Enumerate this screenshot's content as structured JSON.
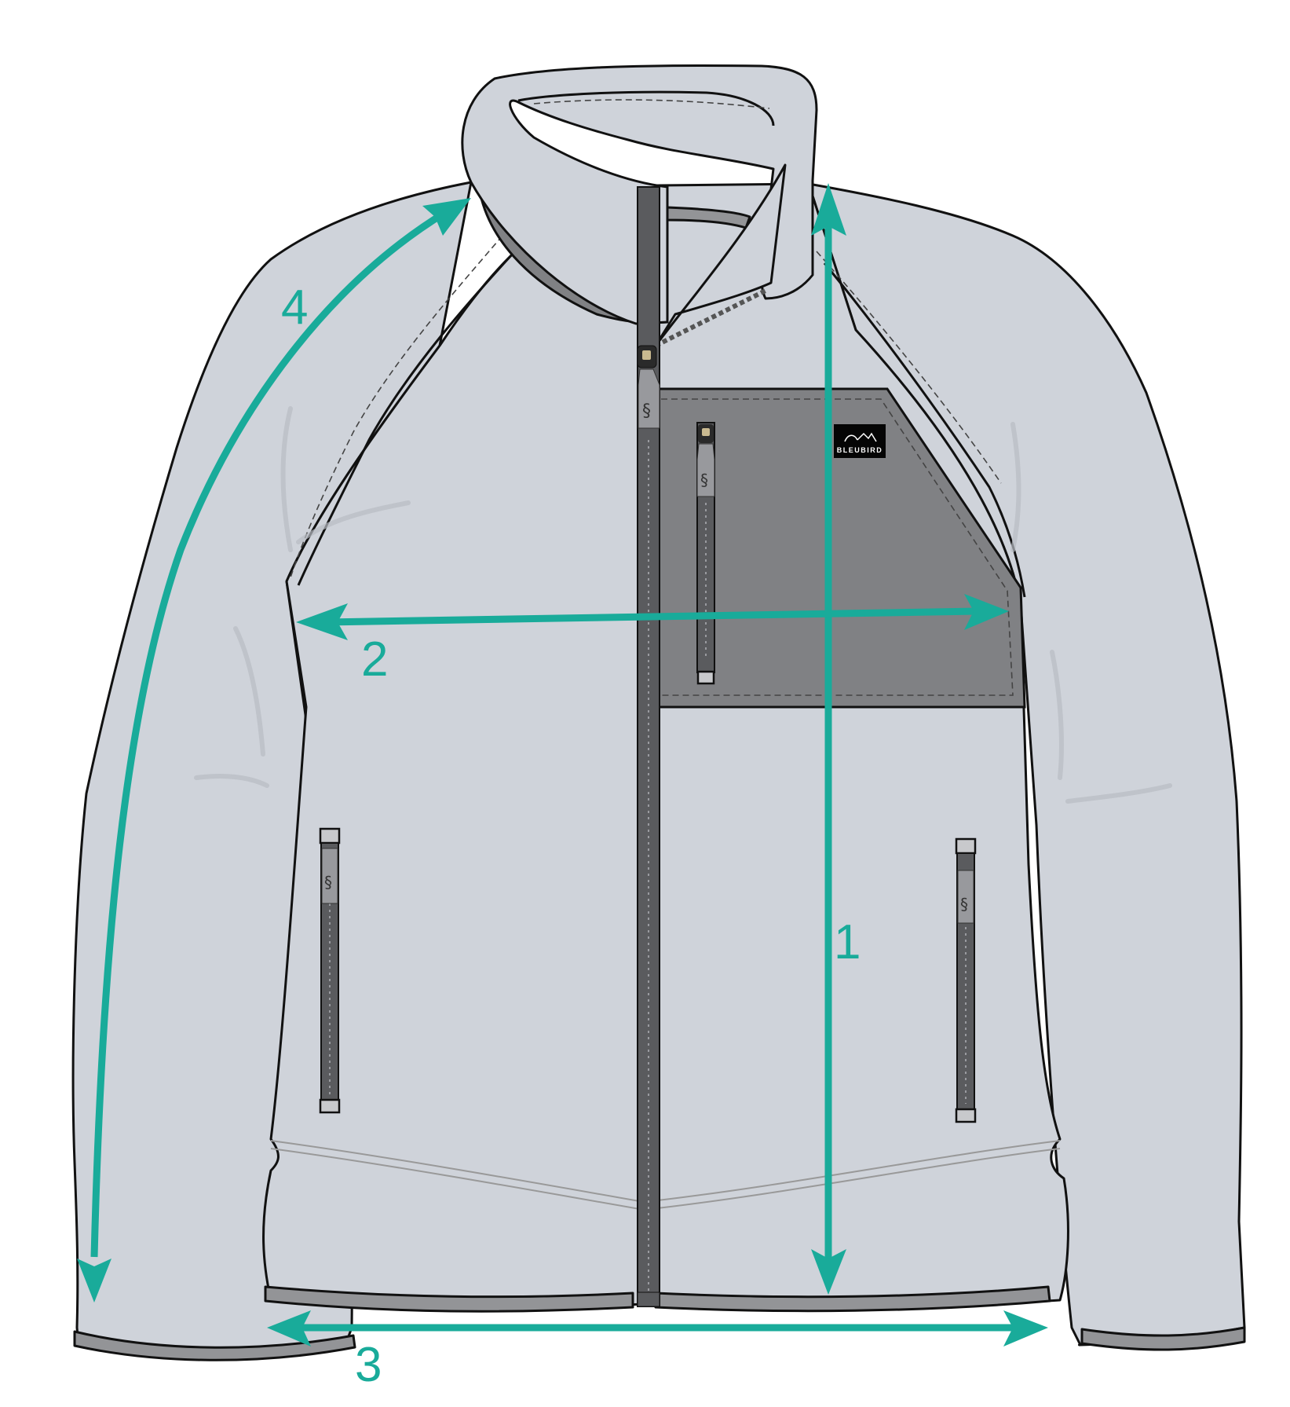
{
  "figure": {
    "type": "garment-measurement-diagram",
    "garment": "full-zip fleece jacket",
    "colors": {
      "fleece": "#cfd3da",
      "panel": "#808184",
      "trim": "#939497",
      "outline": "#111111",
      "measure": "#19ab9a",
      "background": "#ffffff"
    }
  },
  "brand": {
    "label_text": "BLEUBIRD",
    "logo_icon": "wave-mountain-icon"
  },
  "measurements": [
    {
      "id": "1",
      "label": "1",
      "orientation": "vertical",
      "description": "body length (shoulder to hem)"
    },
    {
      "id": "2",
      "label": "2",
      "orientation": "horizontal",
      "description": "chest width (pit to pit)"
    },
    {
      "id": "3",
      "label": "3",
      "orientation": "horizontal",
      "description": "hem width"
    },
    {
      "id": "4",
      "label": "4",
      "orientation": "curved",
      "description": "sleeve length (neck to cuff)"
    }
  ]
}
